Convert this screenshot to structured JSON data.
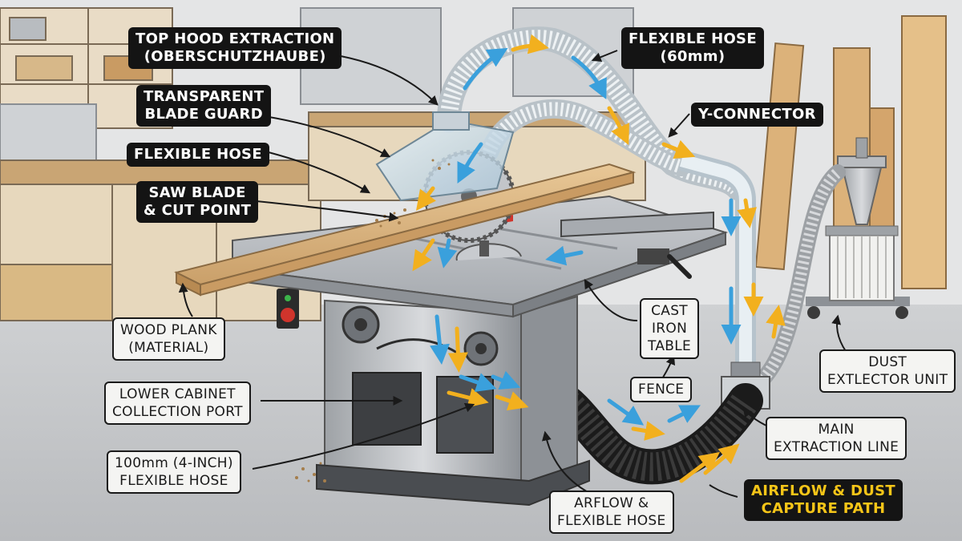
{
  "colors": {
    "airflow_blue": "#3aa0dc",
    "airflow_yellow": "#f2b01e",
    "label_bg": "#141414",
    "accent_text": "#f5c518"
  },
  "labels": {
    "top_hood": [
      "TOP HOOD EXTRACTION",
      "(OBERSCHUTZHAUBE)"
    ],
    "flexible_hose_top": [
      "FLEXIBLE HOSE",
      "(60mm)"
    ],
    "blade_guard": [
      "TRANSPARENT",
      "BLADE GUARD"
    ],
    "y_connector": [
      "Y-CONNECTOR"
    ],
    "flexible_hose_left": [
      "FLEXIBLE HOSE"
    ],
    "saw_blade": [
      "SAW BLADE",
      "& CUT POINT"
    ],
    "cast_iron_table": [
      "CAST",
      "IRON",
      "TABLE"
    ],
    "wood_plank": [
      "WOOD PLANK",
      "(MATERIAL)"
    ],
    "dust_extractor": [
      "DUST",
      "EXTLECTOR UNIT"
    ],
    "fence": [
      "FENCE"
    ],
    "lower_cabinet": [
      "LOWER CABINET",
      "COLLECTION PORT"
    ],
    "main_extraction": [
      "MAIN",
      "EXTRACTION LINE"
    ],
    "flexible_hose_100": [
      "100mm (4-INCH)",
      "FLEXIBLE HOSE"
    ],
    "airflow_hose": [
      "ARFLOW &",
      "FLEXIBLE HOSE"
    ],
    "airflow_path": [
      "AIRFLOW & DUST",
      "CAPTURE PATH"
    ]
  }
}
